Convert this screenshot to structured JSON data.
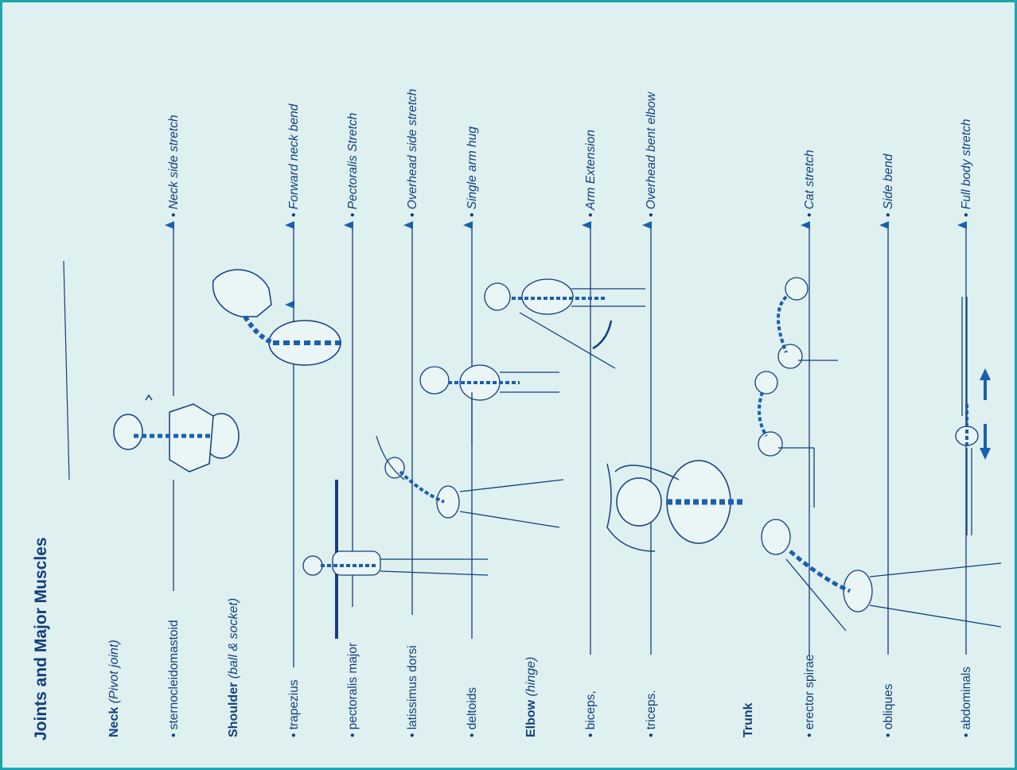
{
  "title": "Joints and Major Muscles",
  "colors": {
    "background": "#dff0f0",
    "border": "#1aa5b0",
    "ink": "#123f7d",
    "accent": "#1a5fb0"
  },
  "groups": [
    {
      "name": "Neck",
      "joint": "(Pivot joint)"
    },
    {
      "name": "Shoulder",
      "joint": "(ball & socket)"
    },
    {
      "name": "Elbow",
      "joint": "(hinge)"
    },
    {
      "name": "Trunk",
      "joint": ""
    }
  ],
  "rows": [
    {
      "muscle": "• sternocleidomastoid",
      "stretch": "• Neck side stretch"
    },
    {
      "muscle": "• trapezius",
      "stretch": "• Forward neck bend"
    },
    {
      "muscle": "• pectoralis major",
      "stretch": "• Pectoralis Stretch"
    },
    {
      "muscle": "• latissimus dorsi",
      "stretch": "• Overhead side stretch"
    },
    {
      "muscle": "• deltoids",
      "stretch": "• Single arm hug"
    },
    {
      "muscle": "• biceps,",
      "stretch": "• Arm Extension"
    },
    {
      "muscle": "• triceps.",
      "stretch": "• Overhead bent elbow"
    },
    {
      "muscle": "• erector spirae",
      "stretch": "• Cat stretch"
    },
    {
      "muscle": "• obliques",
      "stretch": "• Side bend"
    },
    {
      "muscle": "• abdominals",
      "stretch": "• Full body stretch"
    }
  ],
  "figures": [
    {
      "icon": "neck-rotation-figure-icon"
    },
    {
      "icon": "forward-neck-bend-figure-icon"
    },
    {
      "icon": "arms-out-figure-icon"
    },
    {
      "icon": "side-reach-figure-icon"
    },
    {
      "icon": "arm-hug-figure-icon"
    },
    {
      "icon": "arm-extension-figure-icon"
    },
    {
      "icon": "overhead-elbow-figure-icon"
    },
    {
      "icon": "cat-stretch-figure-icon"
    },
    {
      "icon": "side-bend-figure-icon"
    },
    {
      "icon": "full-body-stretch-figure-icon"
    }
  ]
}
